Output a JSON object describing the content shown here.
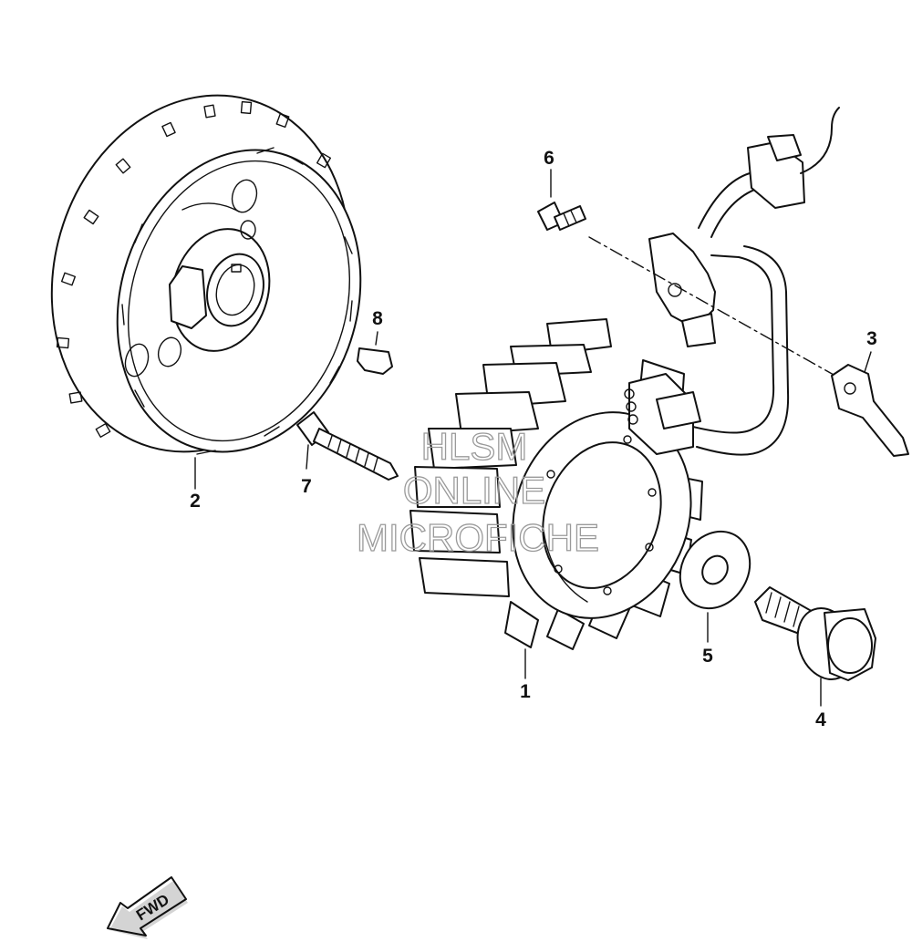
{
  "callouts": {
    "p1": "1",
    "p2": "2",
    "p3": "3",
    "p4": "4",
    "p5": "5",
    "p6": "6",
    "p7": "7",
    "p8": "8"
  },
  "watermark": {
    "line1": "HLSM",
    "line2": "ONLINE",
    "line3": "MICROFICHE"
  },
  "direction_label": "FWD"
}
